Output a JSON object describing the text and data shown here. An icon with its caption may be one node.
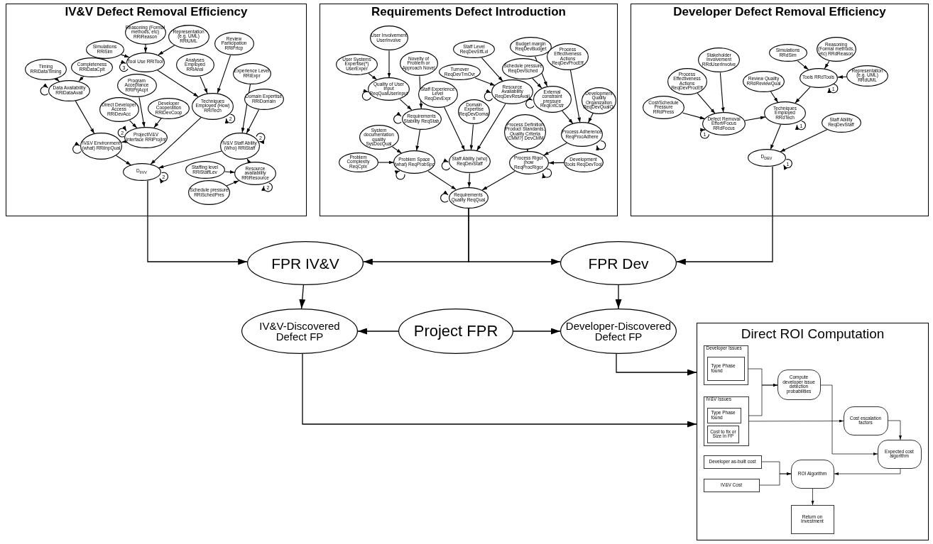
{
  "diagram": {
    "nodes": [
      {
        "text": [
          "IV&V Defect Removal Efficiency"
        ]
      },
      {
        "text": [
          "Reasoning (Formal methods, etc) RRiReason"
        ],
        "in": 0
      },
      {
        "text": [
          "Representation (e.g. UML) RRiUML"
        ],
        "in": 0
      },
      {
        "text": [
          "Simulations RRiSim"
        ],
        "in": 0
      },
      {
        "text": [
          "Tool Use RRiTool"
        ],
        "in": 0
      },
      {
        "text": [
          "Review Participation RRiPrtcp"
        ],
        "in": 0
      },
      {
        "text": [
          "Timing RRiDataTiming"
        ],
        "in": 0
      },
      {
        "text": [
          "Completeness RRiDataCplt"
        ],
        "in": 0
      },
      {
        "text": [
          "Analyses Employed RRiAnal"
        ],
        "in": 0
      },
      {
        "text": [
          "Experience Level RRiExpr"
        ],
        "in": 0
      },
      {
        "text": [
          "Data Availability RRiDataAvail"
        ],
        "in": 0
      },
      {
        "text": [
          "Program Acceptance RRiPrjAcpt"
        ],
        "in": 0
      },
      {
        "text": [
          "Techniques Employed (How) RRiTech"
        ],
        "in": 0
      },
      {
        "text": [
          "Domain Expertise RRiDomain"
        ],
        "in": 0
      },
      {
        "text": [
          "Direct Developer Access RRiDevAcc"
        ],
        "in": 0
      },
      {
        "text": [
          "Developer Cooperation RRiDevCoop"
        ],
        "in": 0
      },
      {
        "text": [
          "ProjectIV&V Interface RRiProjInt"
        ],
        "in": 0
      },
      {
        "text": [
          "IV&V Environment (what) RRiInpQual"
        ],
        "in": 0
      },
      {
        "text": [
          "IV&V Staff Ability (Who) RRiStaff"
        ],
        "in": 0
      },
      {
        "text": [
          "D$_{IIVV}$"
        ],
        "in": 0
      },
      {
        "text": [
          "Staffing level RRiStaffLev"
        ],
        "in": 0
      },
      {
        "text": [
          "Resource availability RRiResource"
        ],
        "in": 0
      },
      {
        "text": [
          "Schedule pressure RRiSchedPres"
        ],
        "in": 0
      },
      {
        "text": [
          "Requirements Defect Introduction"
        ]
      },
      {
        "text": [
          "User Involvement UserInvolve"
        ],
        "in": 23
      },
      {
        "text": [
          "User Systems Expertise(*) UserExper"
        ],
        "in": 23
      },
      {
        "text": [
          "Novelty of Problem or Approach Novel"
        ],
        "in": 23
      },
      {
        "text": [
          "Staff Level ReqDevStfLvl"
        ],
        "in": 23
      },
      {
        "text": [
          "Budget margin ReqDevBudget"
        ],
        "in": 23
      },
      {
        "text": [
          "Process Effectiveness Actions ReqDevProcEff"
        ],
        "in": 23
      },
      {
        "text": [
          "Schedule pressure ReqDevSched"
        ],
        "in": 23
      },
      {
        "text": [
          "Turnover ReqDevTmOvr"
        ],
        "in": 23
      },
      {
        "text": [
          "Quality of User Input ReqQualUserInput"
        ],
        "in": 23
      },
      {
        "text": [
          "Staff Experience Level ReqDevExpr"
        ],
        "in": 23
      },
      {
        "text": [
          "Resource Availability ReqDevResAvail"
        ],
        "in": 23
      },
      {
        "text": [
          "External constraint pressure ReqExtCstr"
        ],
        "in": 23
      },
      {
        "text": [
          "Development Quality Organization ReqDevQualOr"
        ],
        "in": 23
      },
      {
        "text": [
          "Requirements Stability ReqStab"
        ],
        "in": 23
      },
      {
        "text": [
          "Domain Expertise ReqDevDomain"
        ],
        "in": 23
      },
      {
        "text": [
          "Process Definition Product Standards, Quality Criteria (CMM?) DevCMM"
        ],
        "in": 23
      },
      {
        "text": [
          "Process Adherence ReqProcAdhere"
        ],
        "in": 23
      },
      {
        "text": [
          "System documentation quality SysDocQual"
        ],
        "in": 23
      },
      {
        "text": [
          "Problem Complexity ReqCplx"
        ],
        "in": 23
      },
      {
        "text": [
          "Problem Space (what) ReqProbSpc"
        ],
        "in": 23
      },
      {
        "text": [
          "Staff Ability (who) ReqDevStaff"
        ],
        "in": 23
      },
      {
        "text": [
          "Process Rigor (how ReqProcRigor"
        ],
        "in": 23
      },
      {
        "text": [
          "Development Tools ReqDevTool"
        ],
        "in": 23
      },
      {
        "text": [
          "Requirements Quality ReqQual"
        ],
        "in": 23
      },
      {
        "text": [
          "Developer Defect Removal Efficiency"
        ]
      },
      {
        "text": [
          "Stakeholder Involvement RRdUserInvolve"
        ],
        "in": 48
      },
      {
        "text": [
          "Simulations RRdSim"
        ],
        "in": 48
      },
      {
        "text": [
          "Reasoning (Formal methods, etc) RRdReason"
        ],
        "in": 48
      },
      {
        "text": [
          "Process Effectiveness Actions ReqDevProcEff"
        ],
        "in": 48
      },
      {
        "text": [
          "Review Quality RRdReviewQual"
        ],
        "in": 48
      },
      {
        "text": [
          "Tools RRdTools"
        ],
        "in": 48
      },
      {
        "text": [
          "Representation (e.g. UML) RRdUML"
        ],
        "in": 48
      },
      {
        "text": [
          "Cost/Schedule Pressure RRdPress"
        ],
        "in": 48
      },
      {
        "text": [
          "Defect Removal Effort/Focus RRdFocus"
        ],
        "in": 48
      },
      {
        "text": [
          "Techniques Employed RRdTech"
        ],
        "in": 48
      },
      {
        "text": [
          "Staff Ability ReqDevStaff"
        ],
        "in": 48
      },
      {
        "text": [
          "D$_{DEV}$"
        ],
        "in": 48
      },
      {
        "text": [
          "FPR IV&V"
        ]
      },
      {
        "text": [
          "FPR Dev"
        ]
      },
      {
        "text": [
          "IV&V-Discovered Defect FP"
        ]
      },
      {
        "text": [
          "Project FPR"
        ]
      },
      {
        "text": [
          "Developer-Discovered Defect FP"
        ]
      },
      {
        "text": [
          "Direct ROI Computation"
        ]
      },
      {
        "text": [
          "Developer Issues"
        ],
        "in": 66
      },
      {
        "text": [
          "Type Phase found"
        ],
        "in": 67
      },
      {
        "text": [
          "Compute developer issue detection probabilities"
        ],
        "in": 66
      },
      {
        "text": [
          "IV&V Issues"
        ],
        "in": 66
      },
      {
        "text": [
          "Type Phase found"
        ],
        "in": 70
      },
      {
        "text": [
          "Cost to fix or Size in FP"
        ],
        "in": 70
      },
      {
        "text": [
          "Cost escalation factors"
        ],
        "in": 66
      },
      {
        "text": [
          "Expected cost algorithm"
        ],
        "in": 66
      },
      {
        "text": [
          "Developer as-built cost"
        ],
        "in": 66
      },
      {
        "text": [
          "IV&V Cost"
        ],
        "in": 66
      },
      {
        "text": [
          "ROI Algorithm"
        ],
        "in": 66
      },
      {
        "text": [
          "Return on Investment"
        ],
        "in": 66
      }
    ],
    "edges": [
      {
        "from": 1,
        "to": 4,
        "arrow": "to"
      },
      {
        "from": 2,
        "to": 4,
        "arrow": "to"
      },
      {
        "from": 3,
        "to": 4,
        "arrow": "to"
      },
      {
        "from": 4,
        "to": 12,
        "arrow": "to"
      },
      {
        "from": 5,
        "to": 12,
        "arrow": "to"
      },
      {
        "from": 8,
        "to": 12,
        "arrow": "to"
      },
      {
        "from": 6,
        "to": 10,
        "arrow": "to"
      },
      {
        "from": 7,
        "to": 10,
        "arrow": "to"
      },
      {
        "from": 10,
        "to": 17,
        "arrow": "to"
      },
      {
        "from": 11,
        "to": 16,
        "arrow": "to"
      },
      {
        "from": 14,
        "to": 16,
        "arrow": "to"
      },
      {
        "from": 15,
        "to": 16,
        "arrow": "to"
      },
      {
        "from": 16,
        "to": 17,
        "arrow": "to"
      },
      {
        "from": 17,
        "to": 19,
        "arrow": "to"
      },
      {
        "from": 12,
        "to": 19,
        "arrow": "to"
      },
      {
        "from": 18,
        "to": 19,
        "arrow": "to"
      },
      {
        "from": 9,
        "to": 18,
        "arrow": "to"
      },
      {
        "from": 13,
        "to": 18,
        "arrow": "to"
      },
      {
        "from": 20,
        "to": 21,
        "arrow": "to"
      },
      {
        "from": 22,
        "to": 21,
        "arrow": "to"
      },
      {
        "from": 21,
        "to": 18,
        "arrow": "to"
      },
      {
        "from": 4,
        "to": 4,
        "arrow": "to",
        "label": "3"
      },
      {
        "from": 10,
        "to": 10,
        "arrow": "to"
      },
      {
        "from": 12,
        "to": 12,
        "arrow": "to",
        "label": "2"
      },
      {
        "from": 16,
        "to": 16,
        "arrow": "to",
        "label": "2"
      },
      {
        "from": 17,
        "to": 17,
        "arrow": "to"
      },
      {
        "from": 19,
        "to": 19,
        "arrow": "to",
        "label": "2"
      },
      {
        "from": 18,
        "to": 18,
        "arrow": "to",
        "label": "2"
      },
      {
        "from": 21,
        "to": 21,
        "arrow": "to",
        "label": "2"
      },
      {
        "from": 24,
        "to": 32,
        "arrow": "to"
      },
      {
        "from": 25,
        "to": 32,
        "arrow": "to"
      },
      {
        "from": 26,
        "to": 37,
        "arrow": "to"
      },
      {
        "from": 32,
        "to": 37,
        "arrow": "to"
      },
      {
        "from": 27,
        "to": 34,
        "arrow": "to"
      },
      {
        "from": 31,
        "to": 34,
        "arrow": "to"
      },
      {
        "from": 30,
        "to": 35,
        "arrow": "to"
      },
      {
        "from": 28,
        "to": 35,
        "arrow": "to"
      },
      {
        "from": 35,
        "to": 40,
        "arrow": "to"
      },
      {
        "from": 29,
        "to": 40,
        "arrow": "to"
      },
      {
        "from": 36,
        "to": 40,
        "arrow": "to"
      },
      {
        "from": 37,
        "to": 43,
        "arrow": "to"
      },
      {
        "from": 41,
        "to": 43,
        "arrow": "to"
      },
      {
        "from": 42,
        "to": 43,
        "arrow": "to"
      },
      {
        "from": 33,
        "to": 44,
        "arrow": "to"
      },
      {
        "from": 38,
        "to": 44,
        "arrow": "to"
      },
      {
        "from": 34,
        "to": 44,
        "arrow": "to"
      },
      {
        "from": 39,
        "to": 45,
        "arrow": "to"
      },
      {
        "from": 40,
        "to": 45,
        "arrow": "to"
      },
      {
        "from": 46,
        "to": 45,
        "arrow": "to"
      },
      {
        "from": 43,
        "to": 47,
        "arrow": "to"
      },
      {
        "from": 44,
        "to": 47,
        "arrow": "to"
      },
      {
        "from": 45,
        "to": 47,
        "arrow": "to"
      },
      {
        "from": 32,
        "to": 32,
        "arrow": "to"
      },
      {
        "from": 37,
        "to": 37,
        "arrow": "to"
      },
      {
        "from": 43,
        "to": 43,
        "arrow": "to"
      },
      {
        "from": 34,
        "to": 34,
        "arrow": "to"
      },
      {
        "from": 35,
        "to": 35,
        "arrow": "to"
      },
      {
        "from": 44,
        "to": 44,
        "arrow": "to"
      },
      {
        "from": 45,
        "to": 45,
        "arrow": "to"
      },
      {
        "from": 40,
        "to": 40,
        "arrow": "to"
      },
      {
        "from": 47,
        "to": 47,
        "arrow": "to"
      },
      {
        "from": 49,
        "to": 57,
        "arrow": "to"
      },
      {
        "from": 52,
        "to": 57,
        "arrow": "to"
      },
      {
        "from": 56,
        "to": 57,
        "arrow": "to"
      },
      {
        "from": 57,
        "to": 58,
        "arrow": "to"
      },
      {
        "from": 53,
        "to": 58,
        "arrow": "to"
      },
      {
        "from": 54,
        "to": 58,
        "arrow": "to"
      },
      {
        "from": 50,
        "to": 54,
        "arrow": "to"
      },
      {
        "from": 51,
        "to": 54,
        "arrow": "to"
      },
      {
        "from": 55,
        "to": 54,
        "arrow": "to"
      },
      {
        "from": 58,
        "to": 60,
        "arrow": "to"
      },
      {
        "from": 59,
        "to": 60,
        "arrow": "to"
      },
      {
        "from": 54,
        "to": 54,
        "arrow": "to",
        "label": "1"
      },
      {
        "from": 58,
        "to": 58,
        "arrow": "to",
        "label": "1"
      },
      {
        "from": 57,
        "to": 57,
        "arrow": "to",
        "label": "1"
      },
      {
        "from": 60,
        "to": 60,
        "arrow": "to",
        "label": "1"
      },
      {
        "from": 19,
        "to": 61,
        "arrow": "to"
      },
      {
        "from": 47,
        "to": 61,
        "arrow": "to"
      },
      {
        "from": 47,
        "to": 62,
        "arrow": "to"
      },
      {
        "from": 60,
        "to": 62,
        "arrow": "to"
      },
      {
        "from": 61,
        "to": 63,
        "arrow": "to"
      },
      {
        "from": 62,
        "to": 65,
        "arrow": "to"
      },
      {
        "from": 64,
        "to": 63,
        "arrow": "to"
      },
      {
        "from": 64,
        "to": 65,
        "arrow": "to"
      },
      {
        "from": 63,
        "to": 66,
        "arrow": "to"
      },
      {
        "from": 65,
        "to": 66,
        "arrow": "to"
      },
      {
        "from": 68,
        "to": 69,
        "arrow": "to"
      },
      {
        "from": 71,
        "to": 69,
        "arrow": "to"
      },
      {
        "from": 70,
        "to": 73,
        "arrow": "to"
      },
      {
        "from": 69,
        "to": 74,
        "arrow": "to"
      },
      {
        "from": 73,
        "to": 74,
        "arrow": "to"
      },
      {
        "from": 74,
        "to": 77,
        "arrow": "to"
      },
      {
        "from": 75,
        "to": 77,
        "arrow": "to"
      },
      {
        "from": 76,
        "to": 77,
        "arrow": "to"
      },
      {
        "from": 77,
        "to": 78,
        "arrow": "to"
      }
    ]
  }
}
